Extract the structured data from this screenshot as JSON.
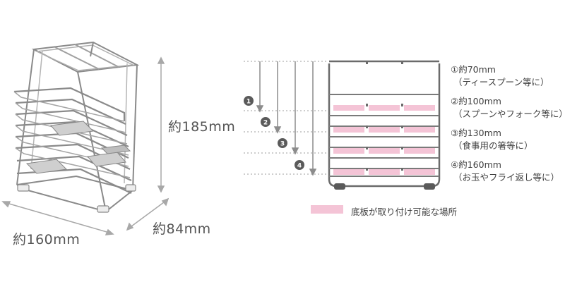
{
  "dimensions": {
    "width_label": "約160mm",
    "depth_label": "約84mm",
    "height_label": "約185mm"
  },
  "steps": [
    {
      "badge": "1",
      "line1": "①約70mm",
      "line2": "（ティースプーン等に）"
    },
    {
      "badge": "2",
      "line1": "②約100mm",
      "line2": "（スプーンやフォーク等に）"
    },
    {
      "badge": "3",
      "line1": "③約130mm",
      "line2": "（食事用の箸等に）"
    },
    {
      "badge": "4",
      "line1": "④約160mm",
      "line2": "（お玉やフライ返し等に）"
    }
  ],
  "legend": {
    "label": "底板が取り付け可能な場所",
    "color": "#f4c4d6"
  },
  "colors": {
    "frame": "#6b6b6b",
    "dim_arrow": "#999999",
    "badge": "#5a5a5a",
    "pink": "#f4c4d6"
  }
}
